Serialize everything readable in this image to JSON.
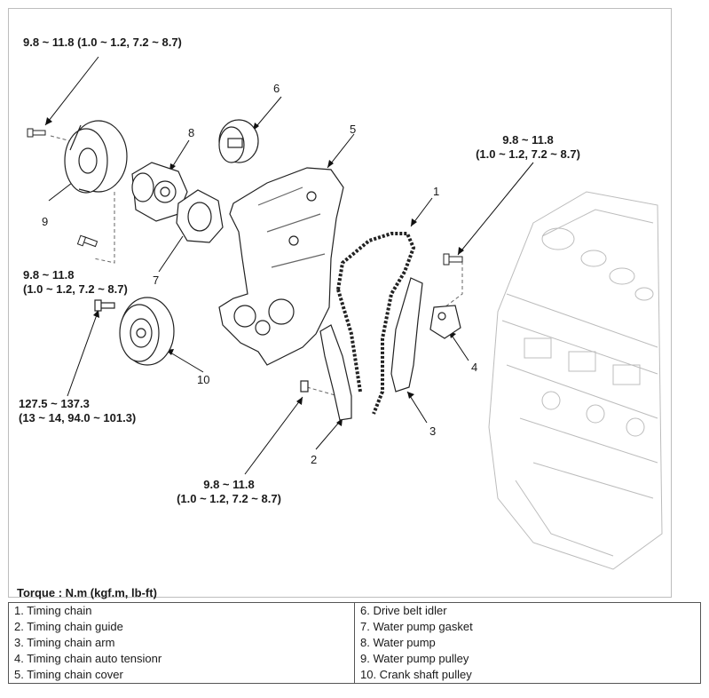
{
  "torque_labels": {
    "top_left": "9.8 ~ 11.8 (1.0 ~ 1.2, 7.2 ~ 8.7)",
    "right_line1": "9.8 ~ 11.8",
    "right_line2": "(1.0 ~ 1.2, 7.2 ~ 8.7)",
    "mid_left_line1": "9.8 ~ 11.8",
    "mid_left_line2": "(1.0 ~ 1.2, 7.2 ~ 8.7)",
    "crank_line1": "127.5 ~ 137.3",
    "crank_line2": "(13 ~ 14, 94.0 ~ 101.3)",
    "bottom_line1": "9.8 ~ 11.8",
    "bottom_line2": "(1.0 ~ 1.2, 7.2 ~ 8.7)"
  },
  "callouts": {
    "n1": "1",
    "n2": "2",
    "n3": "3",
    "n4": "4",
    "n5": "5",
    "n6": "6",
    "n7": "7",
    "n8": "8",
    "n9": "9",
    "n10": "10"
  },
  "units_label": "Torque : N.m (kgf.m, lb-ft)",
  "legend": {
    "left": [
      "1. Timing chain",
      "2. Timing chain guide",
      "3. Timing chain arm",
      "4. Timing chain auto tensionr",
      "5. Timing chain cover"
    ],
    "right": [
      "6. Drive belt idler",
      "7. Water pump gasket",
      "8. Water pump",
      "9. Water pump pulley",
      "10. Crank shaft pulley"
    ]
  }
}
